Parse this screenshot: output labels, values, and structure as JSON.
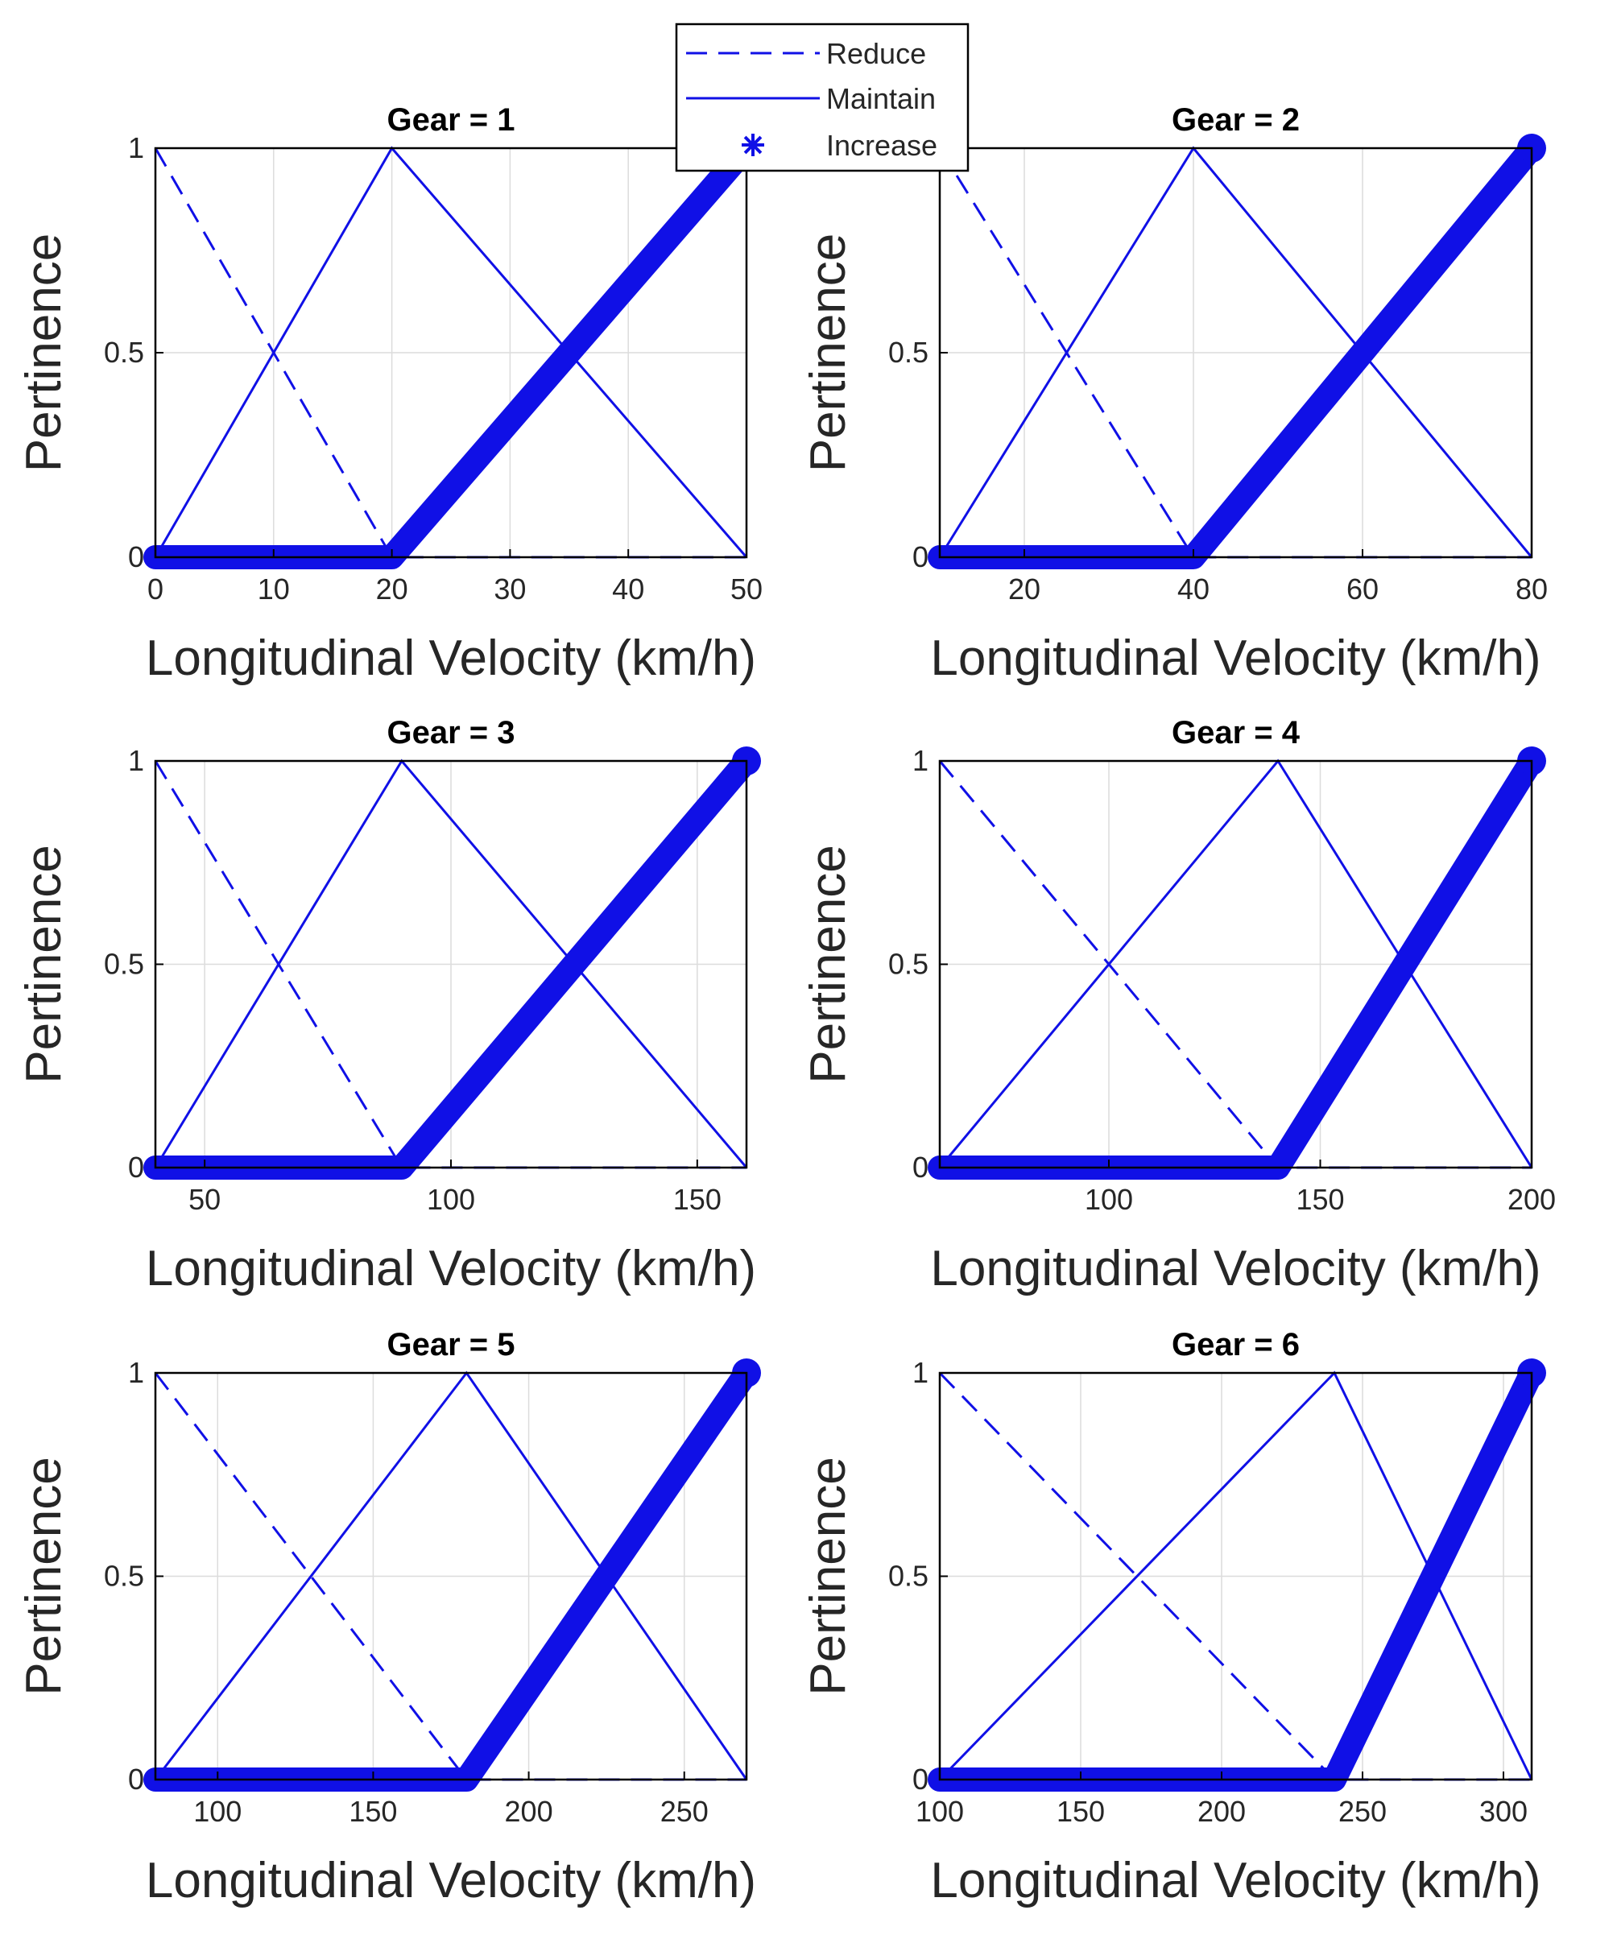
{
  "legend": {
    "entries": [
      {
        "label": "Reduce",
        "style": "dashed"
      },
      {
        "label": "Maintain",
        "style": "solid"
      },
      {
        "label": "Increase",
        "style": "marker"
      }
    ]
  },
  "colors": {
    "series": "#1010e6",
    "axes": "#000000",
    "grid": "#dcdcdc",
    "text": "#262626"
  },
  "chart_data": [
    {
      "type": "line",
      "title": "Gear = 1",
      "xlabel": "Longitudinal Velocity (km/h)",
      "ylabel": "Pertinence",
      "xlim": [
        0,
        50
      ],
      "ylim": [
        0,
        1
      ],
      "xticks": [
        0,
        10,
        20,
        30,
        40,
        50
      ],
      "xtick_labels": [
        "0",
        "10",
        "20",
        "30",
        "40",
        "50"
      ],
      "yticks": [
        0,
        0.5,
        1
      ],
      "ytick_labels": [
        "0",
        "0.5",
        "1"
      ],
      "grid": true,
      "series": [
        {
          "name": "Reduce",
          "x": [
            0,
            20,
            50
          ],
          "y": [
            1,
            0,
            0
          ]
        },
        {
          "name": "Maintain",
          "x": [
            0,
            20,
            50
          ],
          "y": [
            0,
            1,
            0
          ]
        },
        {
          "name": "Increase",
          "x": [
            0,
            20,
            50
          ],
          "y": [
            0,
            0,
            1
          ]
        }
      ]
    },
    {
      "type": "line",
      "title": "Gear = 2",
      "xlabel": "Longitudinal Velocity (km/h)",
      "ylabel": "Pertinence",
      "xlim": [
        10,
        80
      ],
      "ylim": [
        0,
        1
      ],
      "xticks": [
        20,
        40,
        60,
        80
      ],
      "xtick_labels": [
        "20",
        "40",
        "60",
        "80"
      ],
      "yticks": [
        0,
        0.5
      ],
      "ytick_labels": [
        "0",
        "0.5"
      ],
      "grid": true,
      "series": [
        {
          "name": "Reduce",
          "x": [
            10,
            40,
            80
          ],
          "y": [
            1,
            0,
            0
          ]
        },
        {
          "name": "Maintain",
          "x": [
            10,
            40,
            80
          ],
          "y": [
            0,
            1,
            0
          ]
        },
        {
          "name": "Increase",
          "x": [
            10,
            40,
            80
          ],
          "y": [
            0,
            0,
            1
          ]
        }
      ]
    },
    {
      "type": "line",
      "title": "Gear = 3",
      "xlabel": "Longitudinal Velocity (km/h)",
      "ylabel": "Pertinence",
      "xlim": [
        40,
        160
      ],
      "ylim": [
        0,
        1
      ],
      "xticks": [
        50,
        100,
        150
      ],
      "xtick_labels": [
        "50",
        "100",
        "150"
      ],
      "yticks": [
        0,
        0.5,
        1
      ],
      "ytick_labels": [
        "0",
        "0.5",
        "1"
      ],
      "grid": true,
      "series": [
        {
          "name": "Reduce",
          "x": [
            40,
            90,
            160
          ],
          "y": [
            1,
            0,
            0
          ]
        },
        {
          "name": "Maintain",
          "x": [
            40,
            90,
            160
          ],
          "y": [
            0,
            1,
            0
          ]
        },
        {
          "name": "Increase",
          "x": [
            40,
            90,
            160
          ],
          "y": [
            0,
            0,
            1
          ]
        }
      ]
    },
    {
      "type": "line",
      "title": "Gear = 4",
      "xlabel": "Longitudinal Velocity (km/h)",
      "ylabel": "Pertinence",
      "xlim": [
        60,
        200
      ],
      "ylim": [
        0,
        1
      ],
      "xticks": [
        100,
        150,
        200
      ],
      "xtick_labels": [
        "100",
        "150",
        "200"
      ],
      "yticks": [
        0,
        0.5,
        1
      ],
      "ytick_labels": [
        "0",
        "0.5",
        "1"
      ],
      "grid": true,
      "series": [
        {
          "name": "Reduce",
          "x": [
            60,
            140,
            200
          ],
          "y": [
            1,
            0,
            0
          ]
        },
        {
          "name": "Maintain",
          "x": [
            60,
            140,
            200
          ],
          "y": [
            0,
            1,
            0
          ]
        },
        {
          "name": "Increase",
          "x": [
            60,
            140,
            200
          ],
          "y": [
            0,
            0,
            1
          ]
        }
      ]
    },
    {
      "type": "line",
      "title": "Gear = 5",
      "xlabel": "Longitudinal Velocity (km/h)",
      "ylabel": "Pertinence",
      "xlim": [
        80,
        270
      ],
      "ylim": [
        0,
        1
      ],
      "xticks": [
        100,
        150,
        200,
        250
      ],
      "xtick_labels": [
        "100",
        "150",
        "200",
        "250"
      ],
      "yticks": [
        0,
        0.5,
        1
      ],
      "ytick_labels": [
        "0",
        "0.5",
        "1"
      ],
      "grid": true,
      "series": [
        {
          "name": "Reduce",
          "x": [
            80,
            180,
            270
          ],
          "y": [
            1,
            0,
            0
          ]
        },
        {
          "name": "Maintain",
          "x": [
            80,
            180,
            270
          ],
          "y": [
            0,
            1,
            0
          ]
        },
        {
          "name": "Increase",
          "x": [
            80,
            180,
            270
          ],
          "y": [
            0,
            0,
            1
          ]
        }
      ]
    },
    {
      "type": "line",
      "title": "Gear = 6",
      "xlabel": "Longitudinal Velocity (km/h)",
      "ylabel": "Pertinence",
      "xlim": [
        100,
        310
      ],
      "ylim": [
        0,
        1
      ],
      "xticks": [
        100,
        150,
        200,
        250,
        300
      ],
      "xtick_labels": [
        "100",
        "150",
        "200",
        "250",
        "300"
      ],
      "yticks": [
        0,
        0.5,
        1
      ],
      "ytick_labels": [
        "0",
        "0.5",
        "1"
      ],
      "grid": true,
      "series": [
        {
          "name": "Reduce",
          "x": [
            100,
            240,
            310
          ],
          "y": [
            1,
            0,
            0
          ]
        },
        {
          "name": "Maintain",
          "x": [
            100,
            240,
            310
          ],
          "y": [
            0,
            1,
            0
          ]
        },
        {
          "name": "Increase",
          "x": [
            100,
            240,
            310
          ],
          "y": [
            0,
            0,
            1
          ]
        }
      ]
    }
  ]
}
